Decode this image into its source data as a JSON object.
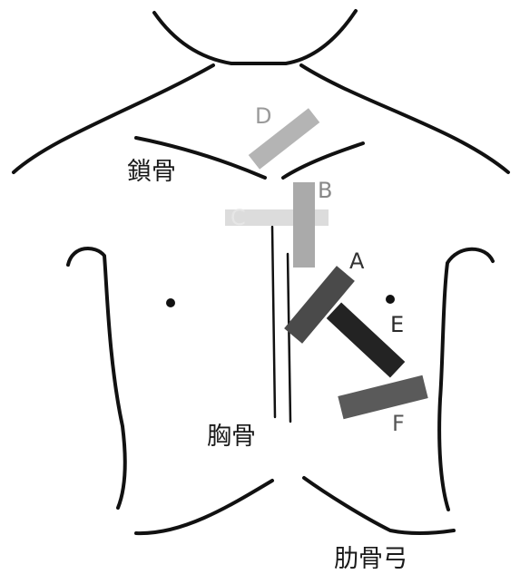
{
  "labels": {
    "clavicle": "鎖骨",
    "sternum": "胸骨",
    "costal_arch": "肋骨弓"
  },
  "electrodes": [
    {
      "id": "A",
      "label": "A",
      "color": "#4a4a4a",
      "label_color": "#333333"
    },
    {
      "id": "B",
      "label": "B",
      "color": "#aaaaaa",
      "label_color": "#888888"
    },
    {
      "id": "C",
      "label": "C",
      "color": "#dcdcdc",
      "label_color": "#e6e6e6"
    },
    {
      "id": "D",
      "label": "D",
      "color": "#b4b4b4",
      "label_color": "#9a9a9a"
    },
    {
      "id": "E",
      "label": "E",
      "color": "#232323",
      "label_color": "#2a2a2a"
    },
    {
      "id": "F",
      "label": "F",
      "color": "#5a5a5a",
      "label_color": "#555555"
    }
  ],
  "colors": {
    "line": "#111111",
    "background": "#ffffff"
  }
}
